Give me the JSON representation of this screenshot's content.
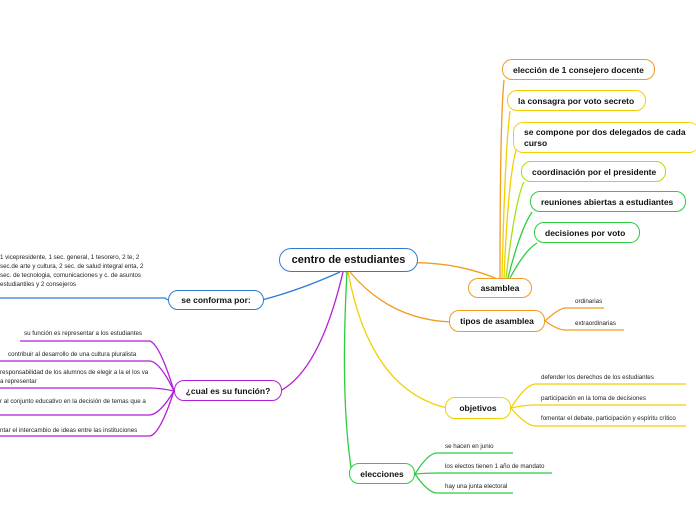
{
  "central": "centro de estudiantes",
  "colors": {
    "blue": "#2e7cd6",
    "orange": "#f39a21",
    "yellow": "#f2d000",
    "green": "#2ecc40",
    "lime": "#a8e010",
    "purple": "#b01fd6"
  },
  "asamblea": {
    "label": "asamblea",
    "children": [
      "elección de 1 consejero docente",
      "la consagra por voto secreto",
      "se compone por dos delegados de cada curso",
      "coordinación por el presidente",
      "reuniones abiertas a estudiantes",
      "decisiones por voto"
    ]
  },
  "tipos": {
    "label": "tipos de asamblea",
    "children": [
      "ordinarias",
      "extraordinarias"
    ]
  },
  "objetivos": {
    "label": "objetivos",
    "children": [
      "defender  los derechos de los estudiantes",
      "participación en la toma de decisiones",
      "fomentar el debate, participación y espíritu crítico"
    ]
  },
  "elecciones": {
    "label": "elecciones",
    "children": [
      "se hacen en junio",
      "los electos tienen 1 año de mandato",
      "hay una junta electoral"
    ]
  },
  "conforma": {
    "label": "se conforma por:",
    "text": "1 vicepresidente, 1 sec. general, 1 tesorero, 2 te, 2 sec.de arte y cultura, 2 sec. de salud integral enta, 2 sec. de tecnologia, comunicaciones y c. de asuntos estudiantiles y 2 consejeros"
  },
  "funcion": {
    "label": "¿cual es su función?",
    "children": [
      "su función es representar a los estudiantes",
      "contribuir al desarrollo de una cultura pluralista",
      "responsabilidad de los alumnos de elegir a la el los va a representar",
      "r al conjunto educativo en la decisión de temas que a",
      "ntar el intercambio de ideas entre las  instituciones"
    ]
  }
}
